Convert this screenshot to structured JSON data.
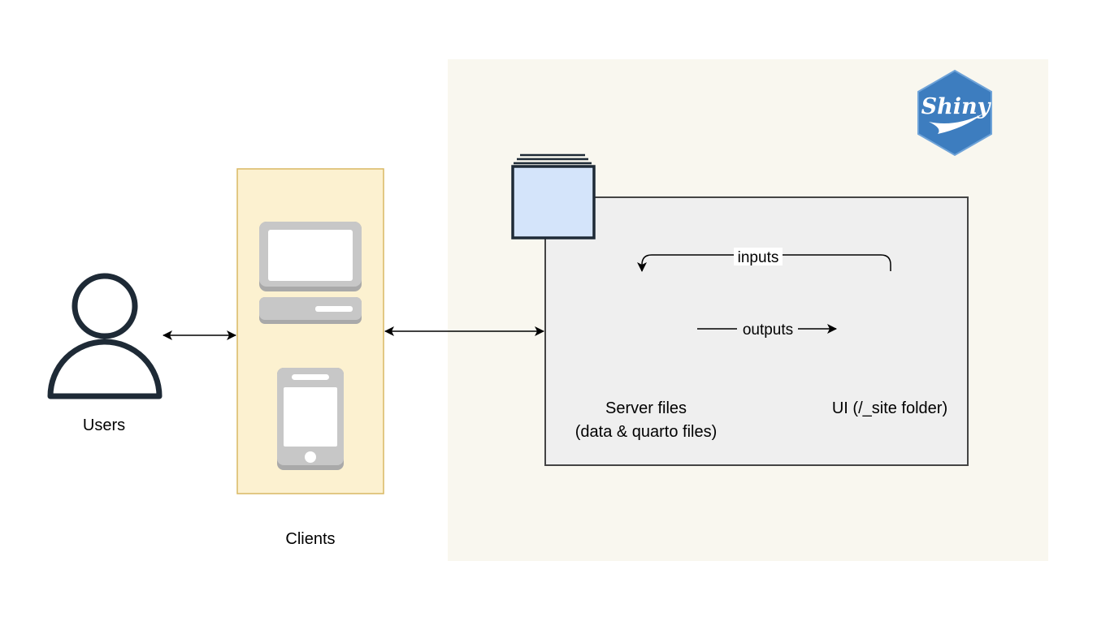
{
  "labels": {
    "users": "Users",
    "clients": "Clients",
    "server_line1": "Server files",
    "server_line2": "(data & quarto files)",
    "ui": "UI (/_site folder)",
    "inputs": "inputs",
    "outputs": "outputs"
  },
  "logo": {
    "text": "Shiny",
    "color": "#3d7dbf"
  },
  "colors": {
    "shiny_region": "#f9f7ef",
    "clients_fill": "#fcf1d0",
    "clients_border": "#d9b863",
    "server_fill": "#efefef",
    "server_border": "#444444",
    "folder_tab_fill": "#d4e4fa",
    "device_gray": "#c7c7c7",
    "device_dark": "#a9a9a9",
    "user_icon": "#1e2a36"
  },
  "icons": [
    "user-icon",
    "desktop-computer-icon",
    "mobile-phone-icon",
    "server-stack-icon",
    "shiny-logo-icon"
  ]
}
